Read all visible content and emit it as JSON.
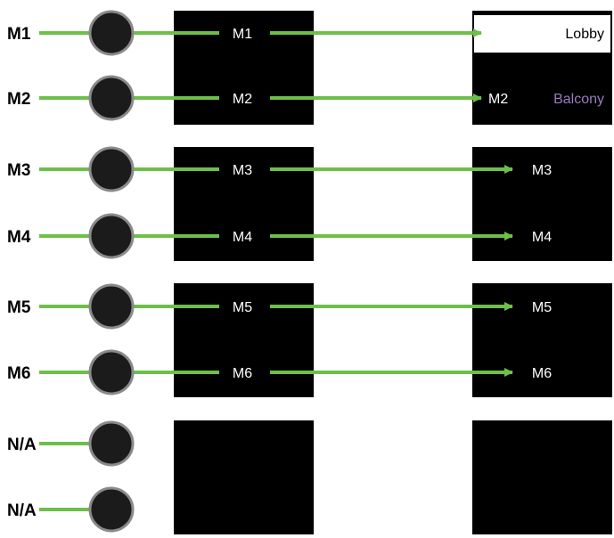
{
  "colors": {
    "wire": "#6dbf4a",
    "block": "#000000",
    "knob_fill": "#1b1b1b",
    "knob_ring": "#8a8a8a",
    "lobby_bg": "#ffffff",
    "lobby_text": "#000000",
    "balcony_text": "#9a7cc0",
    "channel_text": "#ffffff"
  },
  "rows": [
    {
      "input_label": "M1",
      "mic_label": "M1",
      "output_label": "M1",
      "zone_name": "Lobby",
      "routed": true
    },
    {
      "input_label": "M2",
      "mic_label": "M2",
      "output_label": "M2",
      "zone_name": "Balcony",
      "routed": true
    },
    {
      "input_label": "M3",
      "mic_label": "M3",
      "output_label": "M3",
      "zone_name": "",
      "routed": true
    },
    {
      "input_label": "M4",
      "mic_label": "M4",
      "output_label": "M4",
      "zone_name": "",
      "routed": true
    },
    {
      "input_label": "M5",
      "mic_label": "M5",
      "output_label": "M5",
      "zone_name": "",
      "routed": true
    },
    {
      "input_label": "M6",
      "mic_label": "M6",
      "output_label": "M6",
      "zone_name": "",
      "routed": true
    },
    {
      "input_label": "N/A",
      "mic_label": "",
      "output_label": "",
      "zone_name": "",
      "routed": false
    },
    {
      "input_label": "N/A",
      "mic_label": "",
      "output_label": "",
      "zone_name": "",
      "routed": false
    }
  ]
}
